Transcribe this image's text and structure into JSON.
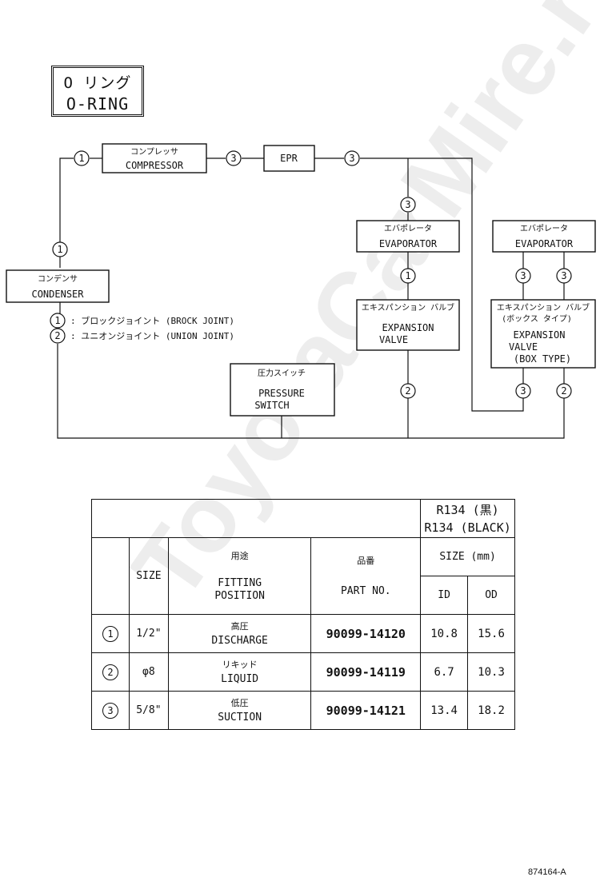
{
  "title": {
    "jp": "O リング",
    "en": "O-RING"
  },
  "watermark": "ToyotaCarMire.ru",
  "diagram": {
    "compressor": {
      "jp": "コンプレッサ",
      "en": "COMPRESSOR"
    },
    "epr": "EPR",
    "evaporator_left": {
      "jp": "エバポレータ",
      "en": "EVAPORATOR"
    },
    "evaporator_right": {
      "jp": "エバポレータ",
      "en": "EVAPORATOR"
    },
    "condenser": {
      "jp": "コンデンサ",
      "en": "CONDENSER"
    },
    "expansion_valve": {
      "jp": "エキスパンション バルブ",
      "en1": "EXPANSION",
      "en2": "VALVE"
    },
    "expansion_valve_box": {
      "jp1": "エキスパンション バルブ",
      "jp2": "(ボックス タイプ)",
      "en1": "EXPANSION",
      "en2": "VALVE",
      "en3": "(BOX TYPE)"
    },
    "pressure_switch": {
      "jp": "圧力スイッチ",
      "en1": "PRESSURE",
      "en2": "SWITCH"
    },
    "legend": [
      {
        "num": "1",
        "text": ": ブロックジョイント (BROCK JOINT)"
      },
      {
        "num": "2",
        "text": ": ユニオンジョイント (UNION JOINT)"
      }
    ],
    "markers": {
      "m1": "1",
      "m2": "2",
      "m3": "3"
    }
  },
  "table": {
    "refrigerant_jp": "R134 (黒)",
    "refrigerant_en": "R134 (BLACK)",
    "headers": {
      "size": "SIZE",
      "usage_jp": "用途",
      "usage_en1": "FITTING",
      "usage_en2": "POSITION",
      "partno_jp": "品番",
      "partno_en": "PART NO.",
      "size_mm": "SIZE (mm)",
      "id": "ID",
      "od": "OD"
    },
    "rows": [
      {
        "num": "1",
        "size": "1/2\"",
        "jp": "高圧",
        "en": "DISCHARGE",
        "part": "90099-14120",
        "id": "10.8",
        "od": "15.6"
      },
      {
        "num": "2",
        "size": "φ8",
        "jp": "リキッド",
        "en": "LIQUID",
        "part": "90099-14119",
        "id": "6.7",
        "od": "10.3"
      },
      {
        "num": "3",
        "size": "5/8\"",
        "jp": "低圧",
        "en": "SUCTION",
        "part": "90099-14121",
        "id": "13.4",
        "od": "18.2"
      }
    ]
  },
  "code": "874164-A"
}
